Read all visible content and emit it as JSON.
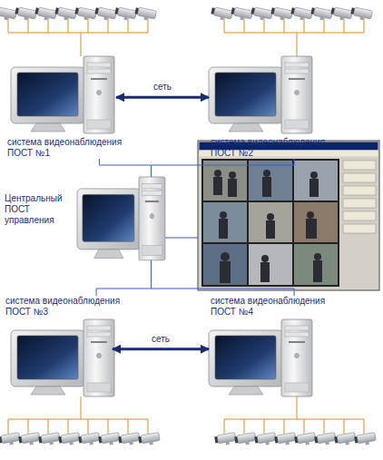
{
  "diagram": {
    "nodes": [
      {
        "text": [
          "система видеонаблюдения ПОСТ №1"
        ]
      },
      {
        "text": [
          "система видеонаблюдения ПОСТ №2"
        ]
      },
      {
        "text": [
          "Центральный ПОСТ управления"
        ]
      },
      {
        "text": [
          "система видеонаблюдения ПОСТ №3"
        ]
      },
      {
        "text": [
          "система видеонаблюдения ПОСТ №4"
        ]
      }
    ],
    "edges": [
      {
        "from": 0,
        "to": 1,
        "label": "сеть",
        "arrow": "both"
      },
      {
        "from": 0,
        "to": 2,
        "arrow": "none"
      },
      {
        "from": 1,
        "to": 2,
        "arrow": "none"
      },
      {
        "from": 2,
        "to": 3,
        "arrow": "none"
      },
      {
        "from": 2,
        "to": 4,
        "arrow": "none"
      },
      {
        "from": 3,
        "to": 4,
        "label": "сеть",
        "arrow": "both"
      }
    ]
  }
}
